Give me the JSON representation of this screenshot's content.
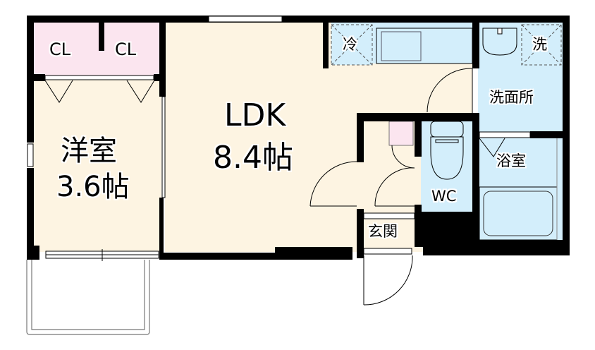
{
  "floor_plan": {
    "rooms": [
      {
        "id": "western-room",
        "name": "洋室",
        "size": "3.6帖"
      },
      {
        "id": "ldk",
        "name": "LDK",
        "size": "8.4帖"
      },
      {
        "id": "closet-1",
        "name": "CL"
      },
      {
        "id": "closet-2",
        "name": "CL"
      },
      {
        "id": "washroom",
        "name": "洗面所"
      },
      {
        "id": "bathroom",
        "name": "浴室"
      },
      {
        "id": "toilet",
        "name": "WC"
      },
      {
        "id": "entrance",
        "name": "玄関"
      }
    ],
    "fixtures": {
      "refrigerator": "冷",
      "washing_machine": "洗"
    },
    "colors": {
      "wall": "#000000",
      "living_floor": "#fdf4e2",
      "closet_floor": "#fbe5ef",
      "wet_area_floor": "#d3eefb",
      "background": "#ffffff"
    }
  }
}
